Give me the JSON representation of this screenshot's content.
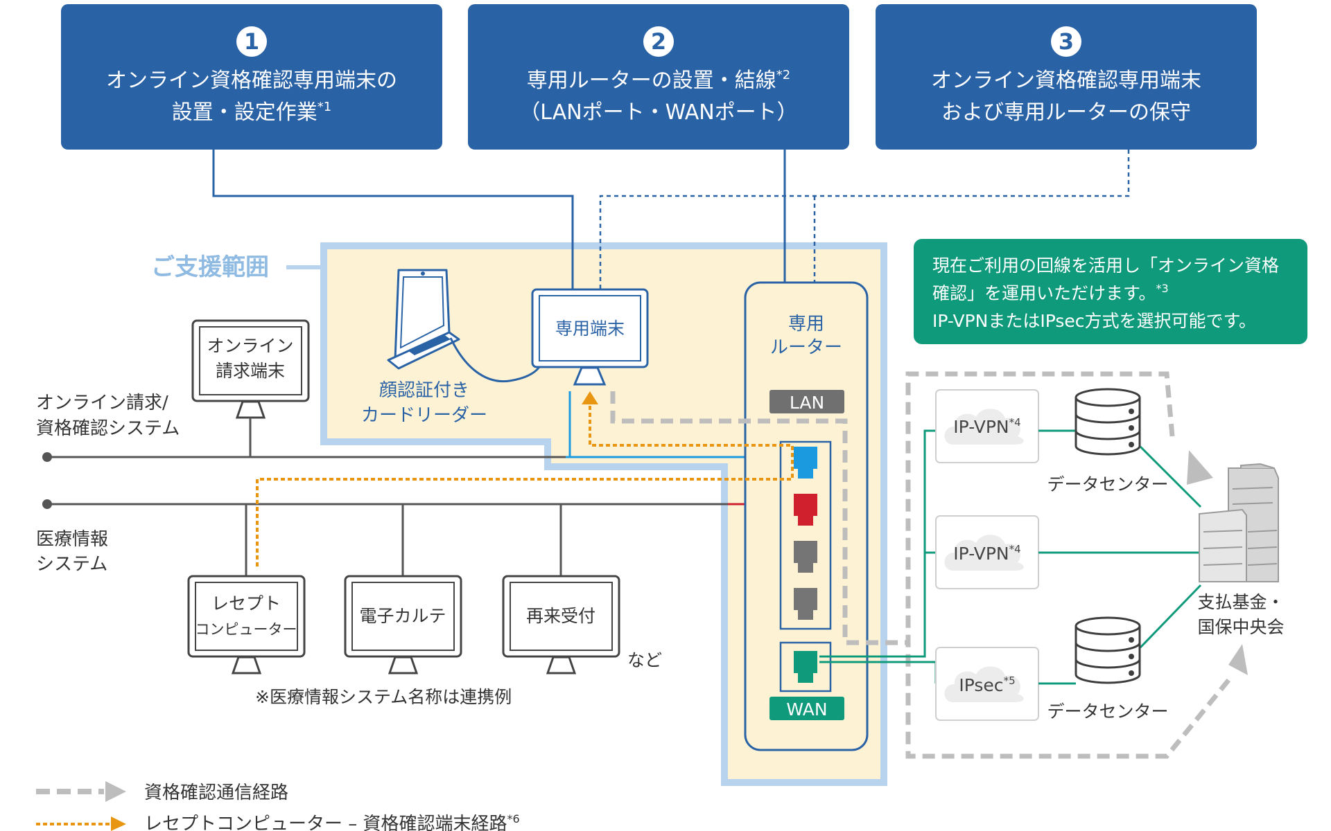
{
  "colors": {
    "navy": "#2a62a6",
    "support_fill": "#fdf2d4",
    "support_border": "#b7d3ee",
    "support_label": "#8fbbe3",
    "green": "#109a7c",
    "orange": "#e89611",
    "gray_path": "#bdbdbd",
    "lan_blue": "#1b9ae0",
    "wan_red": "#d0202d",
    "line_dark": "#444444"
  },
  "services": [
    {
      "number": "1",
      "line1": "オンライン資格確認専用端末の",
      "line2": "設置・設定作業",
      "note": "*1"
    },
    {
      "number": "2",
      "line1": "専用ルーターの設置・結線",
      "line1_note": "*2",
      "line2": "（LANポート・WANポート）"
    },
    {
      "number": "3",
      "line1": "オンライン資格確認専用端末",
      "line2": "および専用ルーターの保守"
    }
  ],
  "support_scope_label": "ご支援範囲",
  "info_box": {
    "line1": "現在ご利用の回線を活用し「オンライン資格",
    "line2": "確認」を運用いただけます。",
    "line2_note": "*3",
    "line3": "IP-VPNまたはIPsec方式を選択可能です。"
  },
  "devices": {
    "dedicated_terminal": "専用端末",
    "card_reader_line1": "顔認証付き",
    "card_reader_line2": "カードリーダー",
    "router_line1": "専用",
    "router_line2": "ルーター",
    "lan": "LAN",
    "wan": "WAN",
    "online_billing_line1": "オンライン",
    "online_billing_line2": "請求端末",
    "receipt_line1": "レセプト",
    "receipt_line2": "コンピューター",
    "ehr": "電子カルテ",
    "reception": "再来受付",
    "etc": "など",
    "systems_note": "※医療情報システム名称は連携例"
  },
  "networks": {
    "online_line1": "オンライン請求/",
    "online_line2": "資格確認システム",
    "medical_line1": "医療情報",
    "medical_line2": "システム"
  },
  "clouds": [
    {
      "label": "IP-VPN",
      "note": "*4"
    },
    {
      "label": "IP-VPN",
      "note": "*4"
    },
    {
      "label": "IPsec",
      "note": "*5"
    }
  ],
  "data_center": "データセンター",
  "destination_line1": "支払基金・",
  "destination_line2": "国保中央会",
  "legend": [
    {
      "label": "資格確認通信経路",
      "note": ""
    },
    {
      "label": "レセプトコンピューター – 資格確認端末経路",
      "note": "*6"
    }
  ]
}
